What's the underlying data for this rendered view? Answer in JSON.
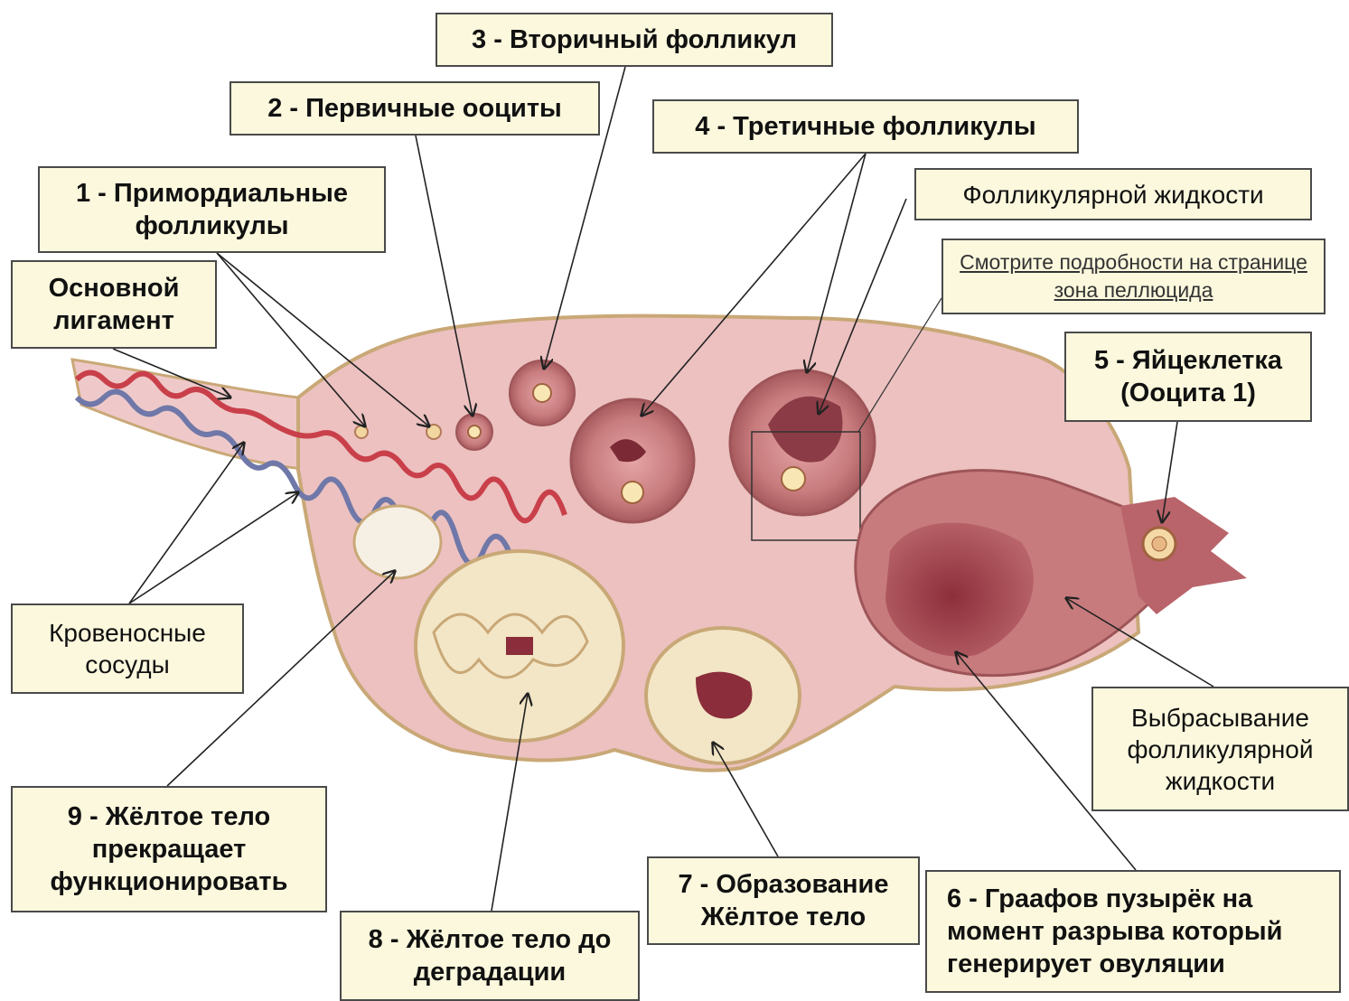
{
  "colors": {
    "label_bg": "#fbf8dd",
    "label_border": "#4a4a4a",
    "ovary_tissue": "#ecc1c0",
    "ovary_outline": "#c9a877",
    "follicle": "#c77b7d",
    "corpus_luteum": "#f2e6c6",
    "artery": "#c9404a",
    "vein": "#6f78a8"
  },
  "labels": {
    "primordial": "1 - Примордиальные фолликулы",
    "primary_oocytes": "2 - Первичные ооциты",
    "secondary": "3 - Вторичный фолликул",
    "tertiary": "4 - Третичные фолликулы",
    "follicular_fluid": "Фолликулярной жидкости",
    "see_more": "Смотрите подробности на странице зона пеллюцида",
    "base_ligament": "Основной лигамент",
    "egg": "5 - Яйцеклетка (Ооцита 1)",
    "vessels": "Кровеносные сосуды",
    "fluid_release": "Выбрасывание фолликулярной жидкости",
    "cl_stops": "9 - Жёлтое тело прекращает функционировать",
    "cl_formation": "7 - Образование Жёлтое тело",
    "cl_before_degradation": "8 - Жёлтое тело до деградации",
    "graafian": "6 - Граафов пузырёк на момент разрыва который генерирует овуляции"
  }
}
